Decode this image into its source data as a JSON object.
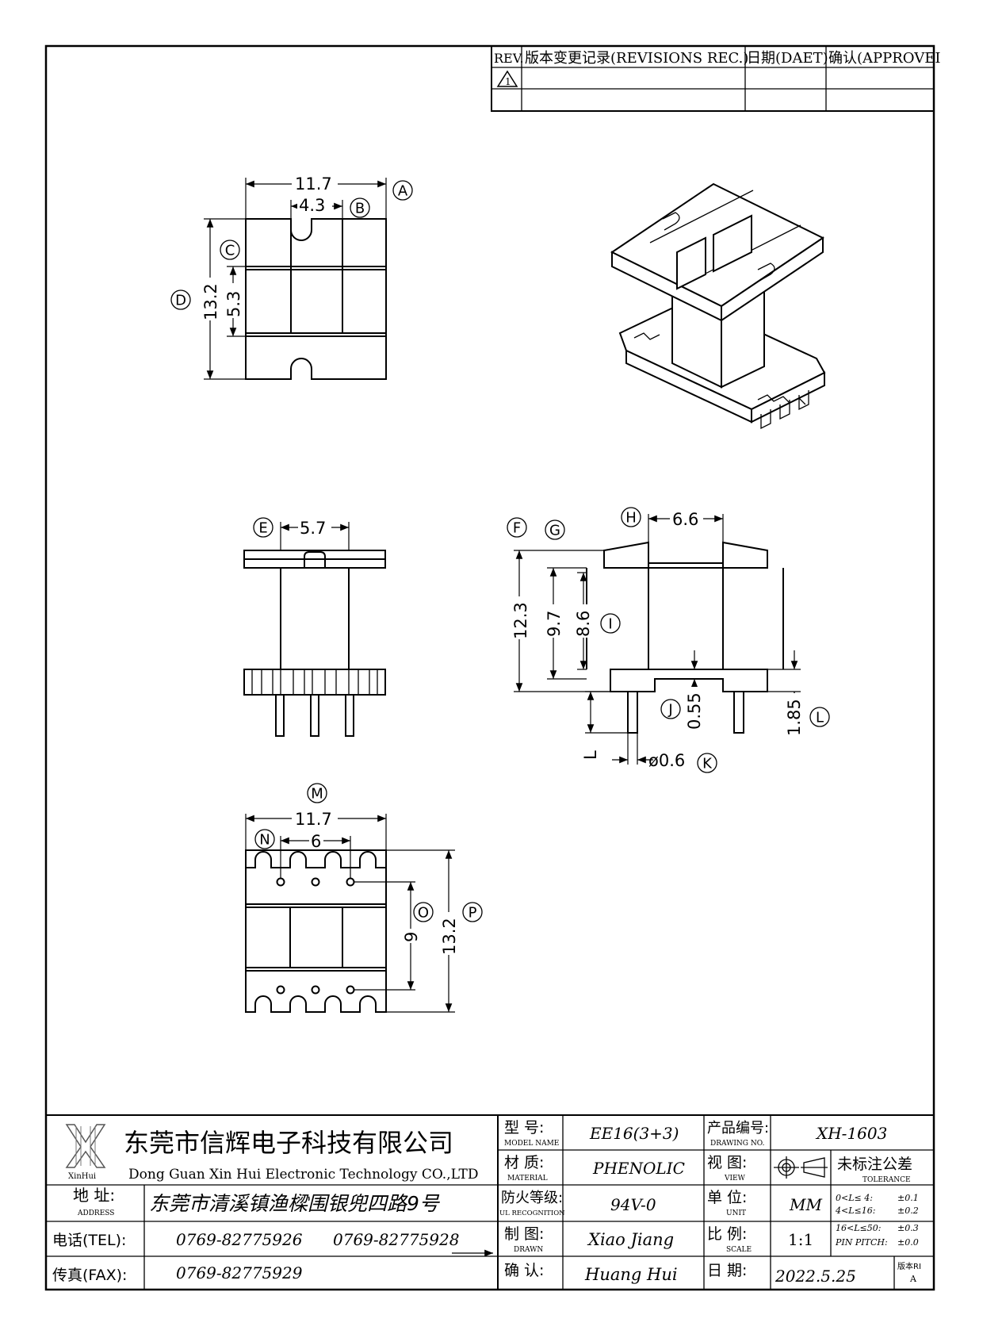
{
  "revision_table": {
    "rev_header": "REV.",
    "record_header": "版本变更记录(REVISIONS REC.)",
    "date_header": "日期(DAET)",
    "approve_header": "确认(APPROVEI",
    "rev_mark": "1"
  },
  "dimensions": {
    "top_width": "11.7",
    "top_slot": "4.3",
    "top_height": "13.2",
    "top_window": "5.3",
    "front_width": "5.7",
    "side_top_width": "6.6",
    "side_height_total": "12.3",
    "side_height_flange": "9.7",
    "side_height_window": "8.6",
    "side_offset": "0.55",
    "side_pin_length": "1.85",
    "pin_diameter": "ø0.6",
    "pin_length_label": "L",
    "bottom_width": "11.7",
    "bottom_pin_pitch": "6",
    "bottom_pin_span": "9",
    "bottom_height": "13.2"
  },
  "callouts": [
    "A",
    "B",
    "C",
    "D",
    "E",
    "F",
    "G",
    "H",
    "I",
    "J",
    "K",
    "L",
    "M",
    "N",
    "O",
    "P"
  ],
  "title_block": {
    "company_cn": "东莞市信辉电子科技有限公司",
    "company_en": "Dong Guan Xin Hui Electronic Technology CO.,LTD",
    "logo_text": "XinHui",
    "address_label_cn": "地  址:",
    "address_label_en": "ADDRESS",
    "address_value": "东莞市清溪镇渔樑围银兜四路9号",
    "tel_label": "电话(TEL):",
    "tel_value_1": "0769-82775926",
    "tel_value_2": "0769-82775928",
    "fax_label": "传真(FAX):",
    "fax_value": "0769-82775929",
    "model_label_cn": "型  号:",
    "model_label_en": "MODEL NAME",
    "model_value": "EE16(3+3)",
    "material_label_cn": "材  质:",
    "material_label_en": "MATERIAL",
    "material_value": "PHENOLIC",
    "ul_label_cn": "防火等级:",
    "ul_label_en": "UL RECOGNITION",
    "ul_value": "94V-0",
    "drawn_label_cn": "制  图:",
    "drawn_label_en": "DRAWN",
    "drawn_value": "Xiao Jiang",
    "check_label_cn": "确  认:",
    "check_value": "Huang Hui",
    "drawing_no_label_cn": "产品编号:",
    "drawing_no_label_en": "DRAWING NO.",
    "drawing_no_value": "XH-1603",
    "view_label_cn": "视  图:",
    "view_label_en": "VIEW",
    "unit_label_cn": "单  位:",
    "unit_label_en": "UNIT",
    "unit_value": "MM",
    "scale_label_cn": "比  例:",
    "scale_label_en": "SCALE",
    "scale_value": "1:1",
    "date_label_cn": "日  期:",
    "date_value": "2022.5.25",
    "version_label": "版本RI",
    "version_value": "A",
    "tolerance_title_cn": "未标注公差",
    "tolerance_title_en": "TOLERANCE",
    "tol_rows": [
      {
        "range": "0<L≤ 4:",
        "value": "±0.1"
      },
      {
        "range": "4<L≤16:",
        "value": "±0.2"
      },
      {
        "range": "16<L≤50:",
        "value": "±0.3"
      },
      {
        "range": "PIN PITCH:",
        "value": "±0.0"
      }
    ]
  }
}
